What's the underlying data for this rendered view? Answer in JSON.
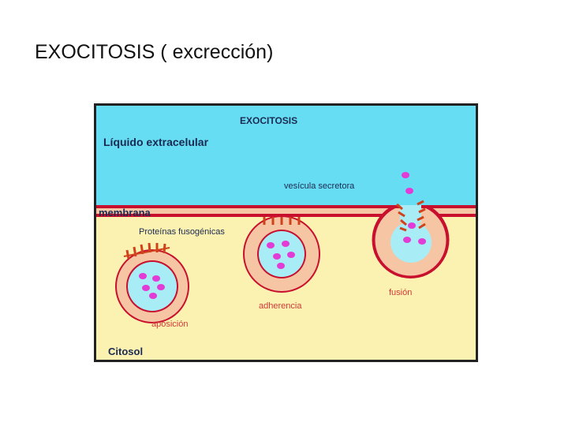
{
  "slide_title": "EXOCITOSIS ( excrección)",
  "diagram": {
    "title": "EXOCITOSIS",
    "extracellular_label": "Líquido extracelular",
    "secretory_vesicle_label": "vesícula secretora",
    "membrane_label": "membrana",
    "fusogenic_proteins_label": "Proteínas fusogénicas",
    "apposition_label": "aposición",
    "adherence_label": "adherencia",
    "fusion_label": "fusión",
    "cytosol_label": "Citosol",
    "colors": {
      "extracellular": "#66ddf2",
      "cytosol": "#fbf1b0",
      "membrane": "#c8102e",
      "membrane_body": "#f6c5a4",
      "vesicle_lumen": "#a8ecf6",
      "proteins": "#d0421b",
      "particles": "#e23bd6",
      "label_text": "#1b2a52",
      "stage_label_text": "#d03a3a",
      "frame": "#222222"
    }
  }
}
